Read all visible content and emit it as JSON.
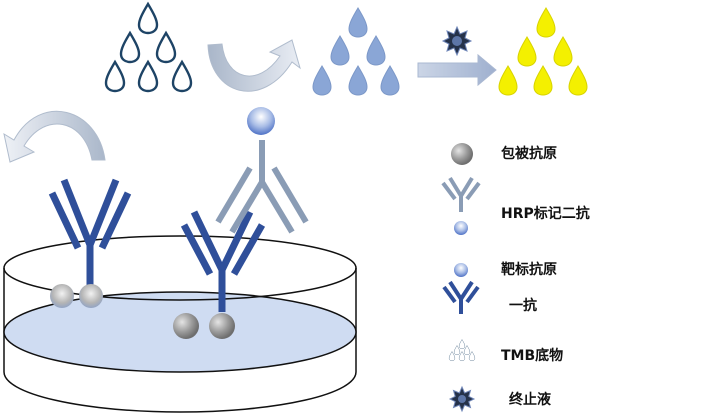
{
  "legend": {
    "coated_antigen": "包被抗原",
    "hrp_secondary_antibody": "HRP标记二抗",
    "target_antigen": "靶标抗原",
    "primary_antibody": "一抗",
    "tmb_substrate": "TMB底物",
    "stop_solution": "终止液"
  },
  "colors": {
    "antibody_blue": "#2f4f9a",
    "secondary_antibody_gray": "#8a9cb5",
    "substrate_outline": "#1e4466",
    "substrate_light_blue": "#8aa6d6",
    "product_yellow": "#f4f000",
    "antigen_gray": "#8c8c8c",
    "target_antigen_blue": "#9db4e0",
    "stop_solution_navy": "#25324a",
    "arrow_gray": "#b8c4d8"
  }
}
